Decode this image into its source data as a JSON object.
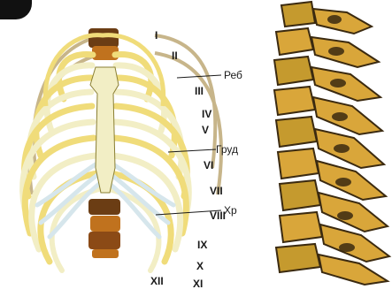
{
  "ribs": [
    "I",
    "II",
    "III",
    "IV",
    "V",
    "VI",
    "VII",
    "VIII",
    "IX",
    "X",
    "XI",
    "XII"
  ],
  "terms": {
    "ribs": "Реб",
    "sternum": "Груд",
    "cartilage": "Хр"
  },
  "colors": {
    "bone": "#f2eec5",
    "bone_outline": "#8a7f33",
    "rib_yellow": "#f0dc7a",
    "cartilage": "#d6e6ec",
    "vertebra_dark": "#6b3d14",
    "vertebra_light": "#d9a63a",
    "spine_bone": "#c59a2e",
    "spine_dark": "#3b2a10"
  }
}
